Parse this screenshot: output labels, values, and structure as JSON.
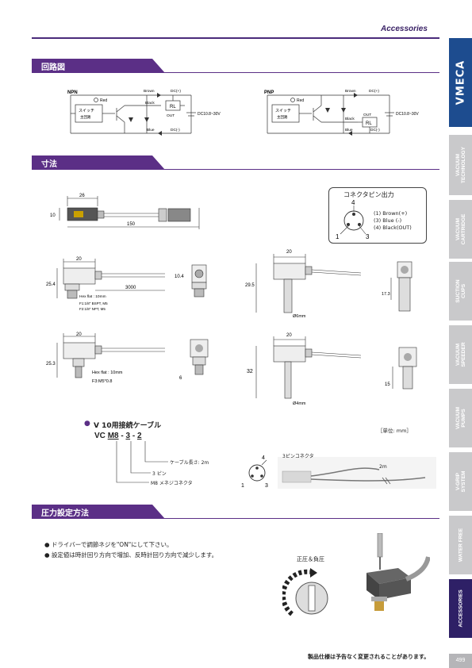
{
  "header": {
    "label": "Accessories"
  },
  "brand": {
    "logo_text": "VMECA"
  },
  "sections": {
    "circuit": "回路図",
    "dimensions": "寸法",
    "pressure_setting": "圧力設定方法"
  },
  "side_tabs": [
    {
      "label": "VACUUM\nTECHNOLOGY",
      "active": false
    },
    {
      "label": "VACUUM\nCARTRIDGE",
      "active": false
    },
    {
      "label": "SUCTION\nCUPS",
      "active": false
    },
    {
      "label": "VACUUM\nSPEEDER",
      "active": false
    },
    {
      "label": "VACUUM\nPUMPS",
      "active": false
    },
    {
      "label": "V-GRIP\nSYSTEM",
      "active": false
    },
    {
      "label": "WATER FREE",
      "active": false
    },
    {
      "label": "ACCESSORIES",
      "active": true
    }
  ],
  "circuit": {
    "npn": {
      "title": "NPN",
      "switch": "スイッチ",
      "main_circuit": "主回路",
      "led": "Red",
      "brown": "Brown",
      "black": "Black",
      "blue": "Blue",
      "dc_plus": "DC(+)",
      "dc_minus": "DC(-)",
      "rl": "RL",
      "out": "OUT",
      "supply": "DC10.8~30V"
    },
    "pnp": {
      "title": "PNP",
      "switch": "スイッチ",
      "main_circuit": "主回路",
      "led": "Red",
      "brown": "Brown",
      "black": "Black",
      "blue": "Blue",
      "dc_plus": "DC(+)",
      "dc_minus": "DC(-)",
      "rl": "RL",
      "out": "OUT",
      "supply": "DC10.8~30V"
    }
  },
  "dimensions": {
    "cable": {
      "w26": "26",
      "h10": "10",
      "l150": "150"
    },
    "connector_box": {
      "title": "コネクタピン出力",
      "pin_top": "4",
      "pin_left": "1",
      "pin_right": "3",
      "pins": [
        "(1) Brown(+)",
        "(3) Blue (-)",
        "(4) Black(OUT)"
      ]
    },
    "view1": {
      "w20": "20",
      "h25_4": "25.4",
      "l3000": "3000",
      "hex": "Hex flat : 10mm",
      "f1": "F1:1/8\" BSPT, M5",
      "f2": "F2:1/8\" NPT, M5",
      "side10_4": "10.4"
    },
    "view2": {
      "w20": "20",
      "h29_5": "29.5",
      "d6": "Ø6mm",
      "side17_3": "17.3"
    },
    "view3": {
      "w20": "20",
      "h25_3": "25.3",
      "hex": "Hex flat : 10mm",
      "f3": "F3:M5*0.8",
      "side6": "6"
    },
    "view4": {
      "w20": "20",
      "h32": "32",
      "d4": "Ø4mm",
      "side15": "15"
    }
  },
  "cable_model": {
    "bullet": "●",
    "title": "V 10用接続ケーブル",
    "unit": "［単位: mm］",
    "code_prefix": "VC",
    "code_m8": "M8",
    "code_dash1": "-",
    "code_3": "3",
    "code_dash2": "-",
    "code_2": "2",
    "desc_length": "ケーブル長さ: 2m",
    "desc_pin": "3 ピン",
    "desc_connector": "M8 メネジコネクタ",
    "pin4": "4",
    "pin1": "1",
    "pin3": "3",
    "photo_label": "3ピンコネクタ",
    "photo_len": "2m"
  },
  "pressure": {
    "bullets": [
      "ドライバーで調節ネジを\"ON\"にして下さい。",
      "設定値は時計回り方向で増加、反時計回り方向で減少します。"
    ],
    "knob_label": "正圧＆負圧"
  },
  "footer": {
    "note": "製品仕様は予告なく変更されることがあります。",
    "page": "499"
  },
  "colors": {
    "brand_purple": "#5b2f86",
    "brand_blue": "#1d4c8f",
    "active_tab": "#2e2066",
    "tab_gray": "#c9c9cb"
  }
}
